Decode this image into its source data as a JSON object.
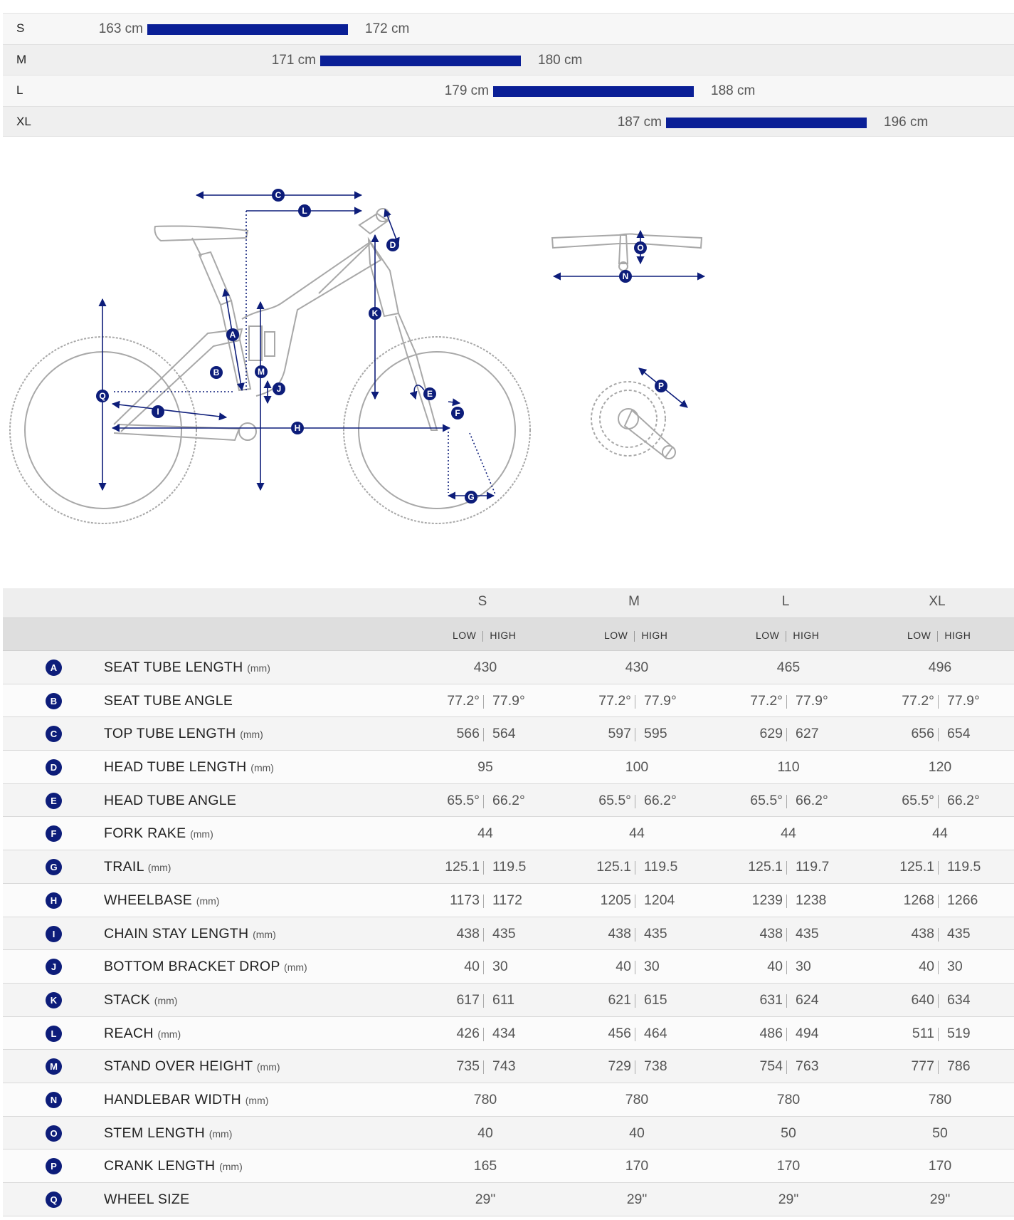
{
  "size_range": {
    "rows": [
      {
        "size": "S",
        "min": "163 cm",
        "max": "172 cm"
      },
      {
        "size": "M",
        "min": "171 cm",
        "max": "180 cm"
      },
      {
        "size": "L",
        "min": "179 cm",
        "max": "188 cm"
      },
      {
        "size": "XL",
        "min": "187 cm",
        "max": "196 cm"
      }
    ],
    "bar_color": "#0a1f96"
  },
  "diagram": {
    "frame_labels": [
      "A",
      "B",
      "C",
      "D",
      "E",
      "F",
      "G",
      "H",
      "I",
      "J",
      "K",
      "L",
      "M",
      "Q"
    ],
    "cockpit_labels": [
      "O",
      "N"
    ],
    "crank_labels": [
      "P"
    ],
    "line_color": "#a8a8a8",
    "marker_color": "#0d1d7a"
  },
  "geometry": {
    "sizes": [
      "S",
      "M",
      "L",
      "XL"
    ],
    "low_label": "LOW",
    "high_label": "HIGH",
    "rows": [
      {
        "key": "A",
        "name": "SEAT TUBE LENGTH",
        "unit": "(mm)",
        "values": [
          [
            "430"
          ],
          [
            "430"
          ],
          [
            "465"
          ],
          [
            "496"
          ]
        ]
      },
      {
        "key": "B",
        "name": "SEAT TUBE ANGLE",
        "unit": "",
        "values": [
          [
            "77.2°",
            "77.9°"
          ],
          [
            "77.2°",
            "77.9°"
          ],
          [
            "77.2°",
            "77.9°"
          ],
          [
            "77.2°",
            "77.9°"
          ]
        ]
      },
      {
        "key": "C",
        "name": "TOP TUBE LENGTH",
        "unit": "(mm)",
        "values": [
          [
            "566",
            "564"
          ],
          [
            "597",
            "595"
          ],
          [
            "629",
            "627"
          ],
          [
            "656",
            "654"
          ]
        ]
      },
      {
        "key": "D",
        "name": "HEAD TUBE LENGTH",
        "unit": "(mm)",
        "values": [
          [
            "95"
          ],
          [
            "100"
          ],
          [
            "110"
          ],
          [
            "120"
          ]
        ]
      },
      {
        "key": "E",
        "name": "HEAD TUBE ANGLE",
        "unit": "",
        "values": [
          [
            "65.5°",
            "66.2°"
          ],
          [
            "65.5°",
            "66.2°"
          ],
          [
            "65.5°",
            "66.2°"
          ],
          [
            "65.5°",
            "66.2°"
          ]
        ]
      },
      {
        "key": "F",
        "name": "FORK RAKE",
        "unit": "(mm)",
        "values": [
          [
            "44"
          ],
          [
            "44"
          ],
          [
            "44"
          ],
          [
            "44"
          ]
        ]
      },
      {
        "key": "G",
        "name": "TRAIL",
        "unit": "(mm)",
        "values": [
          [
            "125.1",
            "119.5"
          ],
          [
            "125.1",
            "119.5"
          ],
          [
            "125.1",
            "119.7"
          ],
          [
            "125.1",
            "119.5"
          ]
        ]
      },
      {
        "key": "H",
        "name": "WHEELBASE",
        "unit": "(mm)",
        "values": [
          [
            "1173",
            "1172"
          ],
          [
            "1205",
            "1204"
          ],
          [
            "1239",
            "1238"
          ],
          [
            "1268",
            "1266"
          ]
        ]
      },
      {
        "key": "I",
        "name": "CHAIN STAY LENGTH",
        "unit": "(mm)",
        "values": [
          [
            "438",
            "435"
          ],
          [
            "438",
            "435"
          ],
          [
            "438",
            "435"
          ],
          [
            "438",
            "435"
          ]
        ]
      },
      {
        "key": "J",
        "name": "BOTTOM BRACKET DROP",
        "unit": "(mm)",
        "values": [
          [
            "40",
            "30"
          ],
          [
            "40",
            "30"
          ],
          [
            "40",
            "30"
          ],
          [
            "40",
            "30"
          ]
        ]
      },
      {
        "key": "K",
        "name": "STACK",
        "unit": "(mm)",
        "values": [
          [
            "617",
            "611"
          ],
          [
            "621",
            "615"
          ],
          [
            "631",
            "624"
          ],
          [
            "640",
            "634"
          ]
        ]
      },
      {
        "key": "L",
        "name": "REACH",
        "unit": "(mm)",
        "values": [
          [
            "426",
            "434"
          ],
          [
            "456",
            "464"
          ],
          [
            "486",
            "494"
          ],
          [
            "511",
            "519"
          ]
        ]
      },
      {
        "key": "M",
        "name": "STAND OVER HEIGHT",
        "unit": "(mm)",
        "values": [
          [
            "735",
            "743"
          ],
          [
            "729",
            "738"
          ],
          [
            "754",
            "763"
          ],
          [
            "777",
            "786"
          ]
        ]
      },
      {
        "key": "N",
        "name": "HANDLEBAR WIDTH",
        "unit": "(mm)",
        "values": [
          [
            "780"
          ],
          [
            "780"
          ],
          [
            "780"
          ],
          [
            "780"
          ]
        ]
      },
      {
        "key": "O",
        "name": "STEM LENGTH",
        "unit": "(mm)",
        "values": [
          [
            "40"
          ],
          [
            "40"
          ],
          [
            "50"
          ],
          [
            "50"
          ]
        ]
      },
      {
        "key": "P",
        "name": "CRANK LENGTH",
        "unit": "(mm)",
        "values": [
          [
            "165"
          ],
          [
            "170"
          ],
          [
            "170"
          ],
          [
            "170"
          ]
        ]
      },
      {
        "key": "Q",
        "name": "WHEEL SIZE",
        "unit": "",
        "values": [
          [
            "29\""
          ],
          [
            "29\""
          ],
          [
            "29\""
          ],
          [
            "29\""
          ]
        ]
      }
    ]
  }
}
